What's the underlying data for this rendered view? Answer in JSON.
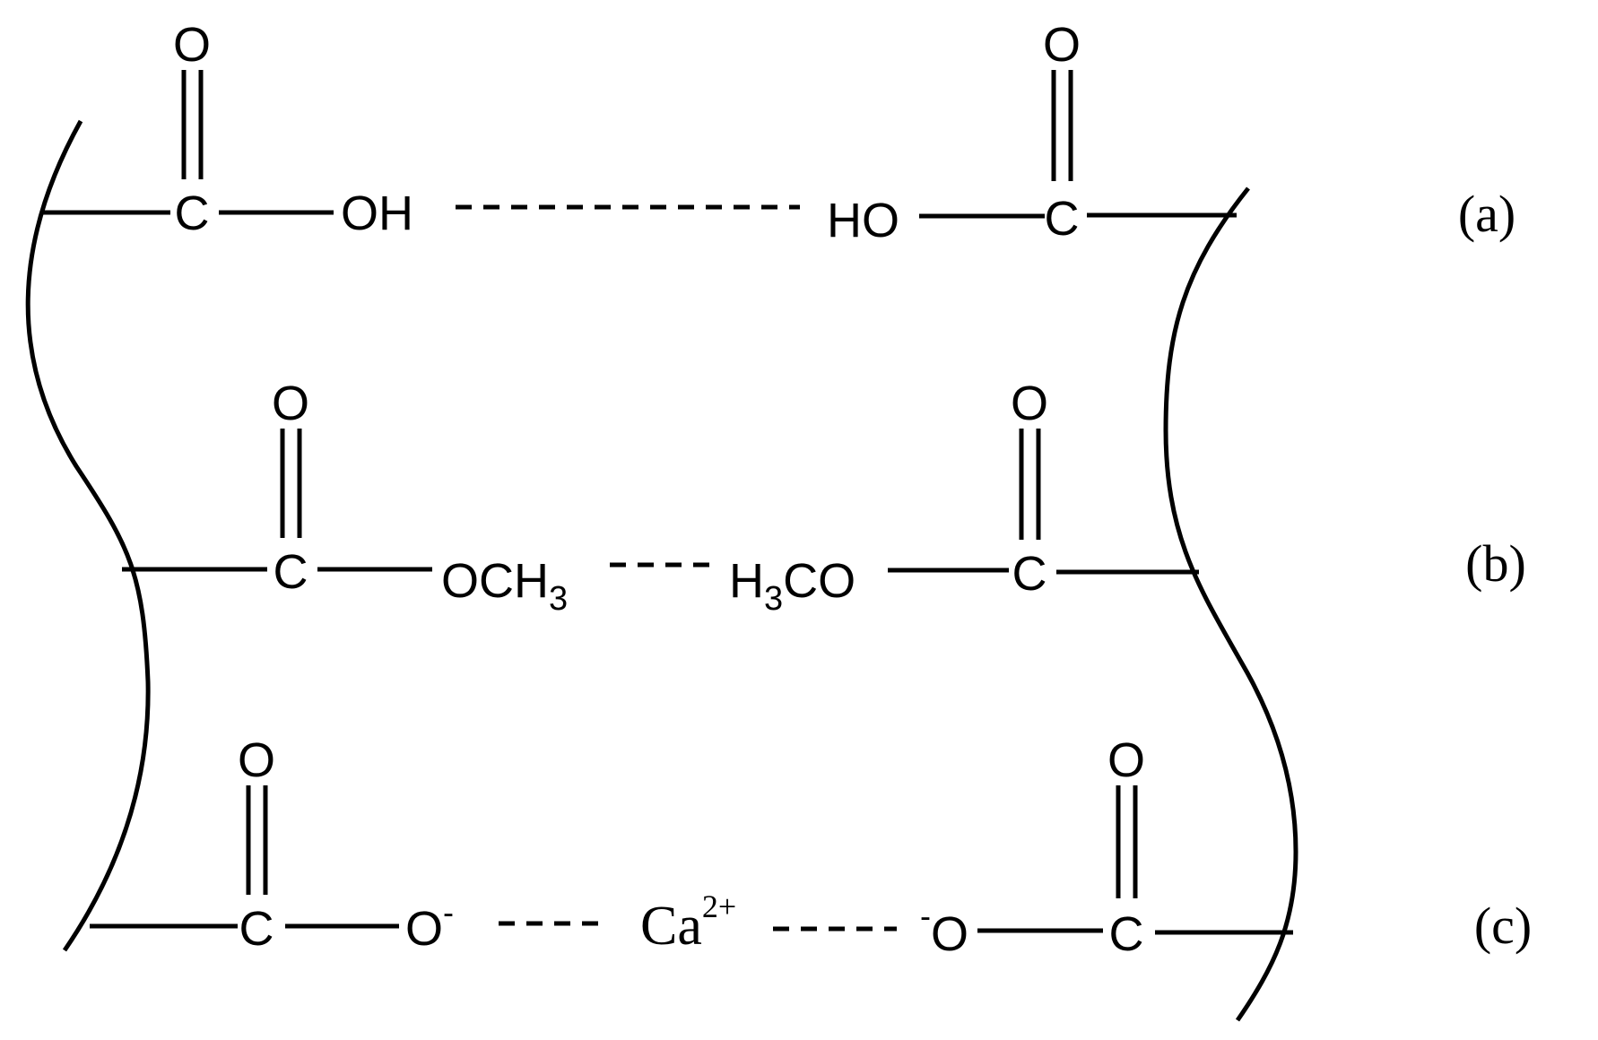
{
  "colors": {
    "ink": "#000000",
    "background": "#ffffff"
  },
  "atoms": {
    "oxygen": "O",
    "carbon": "C",
    "hydroxyl_right": "OH",
    "hydroxyl_left": "HO",
    "methoxy_right": {
      "main": "OCH",
      "sub": "3"
    },
    "methoxy_left": {
      "main": "H",
      "sub": "3",
      "rest": "CO"
    },
    "carboxylate": {
      "main": "O",
      "charge": "-"
    },
    "calcium": {
      "main": "Ca",
      "charge": "2+"
    }
  },
  "labels": {
    "a": "(a)",
    "b": "(b)",
    "c": "(c)"
  }
}
